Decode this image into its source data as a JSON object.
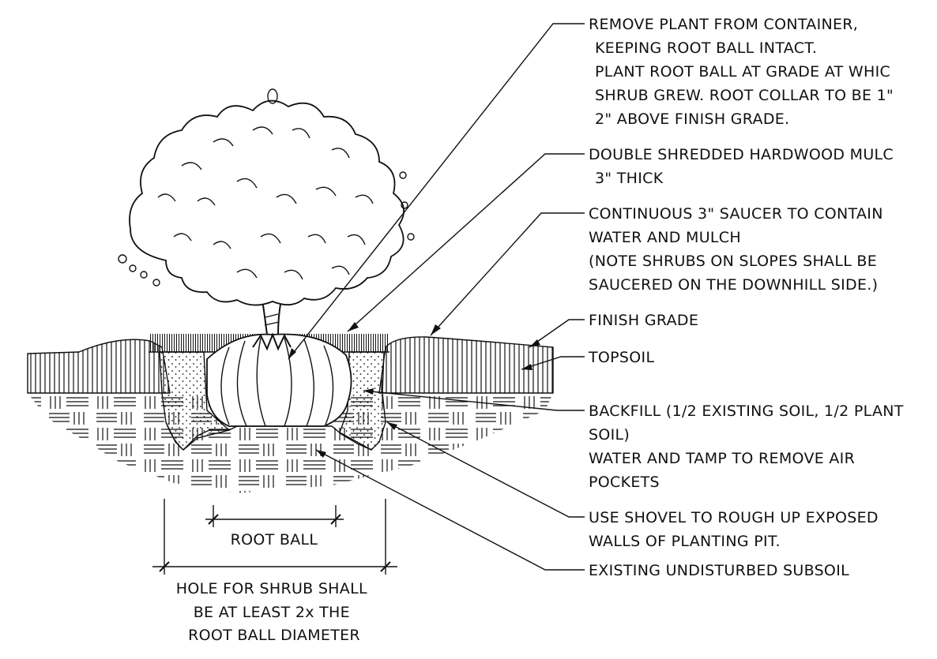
{
  "notes": [
    {
      "id": "remove-plant",
      "lines": [
        "REMOVE PLANT FROM CONTAINER,",
        "KEEPING ROOT BALL INTACT.",
        "PLANT ROOT BALL AT GRADE AT WHIC",
        "SHRUB GREW.  ROOT COLLAR TO BE 1\"",
        "2\" ABOVE FINISH GRADE."
      ]
    },
    {
      "id": "mulch",
      "lines": [
        "DOUBLE SHREDDED HARDWOOD MULC",
        "3\" THICK"
      ]
    },
    {
      "id": "saucer",
      "lines": [
        "CONTINUOUS 3\" SAUCER TO CONTAIN",
        "WATER AND MULCH",
        "(NOTE  SHRUBS ON SLOPES SHALL BE",
        "SAUCERED ON THE DOWNHILL SIDE.)"
      ]
    },
    {
      "id": "finish-grade",
      "lines": [
        "FINISH GRADE"
      ]
    },
    {
      "id": "topsoil",
      "lines": [
        "TOPSOIL"
      ]
    },
    {
      "id": "backfill",
      "lines": [
        "BACKFILL (1/2 EXISTING SOIL, 1/2 PLANT",
        "SOIL)",
        "WATER AND TAMP TO REMOVE AIR",
        "POCKETS"
      ]
    },
    {
      "id": "shovel",
      "lines": [
        "USE SHOVEL TO ROUGH UP EXPOSED",
        "WALLS OF PLANTING PIT."
      ]
    },
    {
      "id": "subsoil",
      "lines": [
        "EXISTING UNDISTURBED SUBSOIL"
      ]
    }
  ],
  "dimensions": {
    "root_ball": "ROOT BALL",
    "hole_note": [
      "HOLE FOR SHRUB SHALL",
      "BE AT LEAST 2x THE",
      "ROOT BALL DIAMETER"
    ]
  }
}
